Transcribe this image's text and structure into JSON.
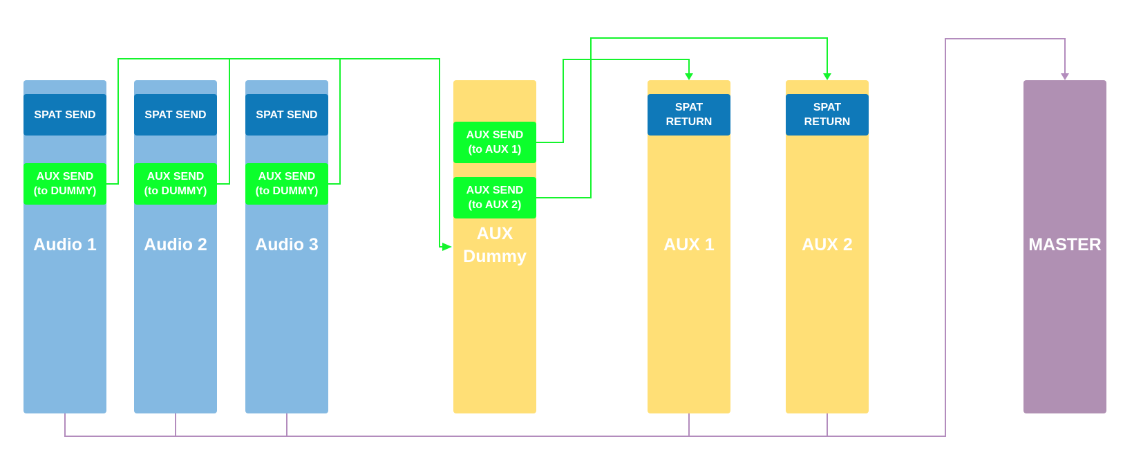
{
  "channels": {
    "audio1": {
      "name": "Audio 1",
      "spat": "SPAT SEND",
      "aux_line1": "AUX SEND",
      "aux_line2": "(to DUMMY)"
    },
    "audio2": {
      "name": "Audio 2",
      "spat": "SPAT SEND",
      "aux_line1": "AUX SEND",
      "aux_line2": "(to DUMMY)"
    },
    "audio3": {
      "name": "Audio 3",
      "spat": "SPAT SEND",
      "aux_line1": "AUX SEND",
      "aux_line2": "(to DUMMY)"
    },
    "dummy": {
      "name_line1": "AUX",
      "name_line2": "Dummy",
      "send1_line1": "AUX SEND",
      "send1_line2": "(to AUX 1)",
      "send2_line1": "AUX SEND",
      "send2_line2": "(to AUX 2)"
    },
    "aux1": {
      "name": "AUX 1",
      "ret_line1": "SPAT",
      "ret_line2": "RETURN"
    },
    "aux2": {
      "name": "AUX 2",
      "ret_line1": "SPAT",
      "ret_line2": "RETURN"
    },
    "master": {
      "name": "MASTER"
    }
  },
  "colors": {
    "audio_strip": "#84b9e2",
    "aux_strip": "#ffdf76",
    "master_strip": "#b090b3",
    "spat_box": "#0f79b9",
    "aux_send_box": "#0cff2c",
    "send_wire": "#14f42c",
    "bus_wire": "#b38cbd"
  }
}
